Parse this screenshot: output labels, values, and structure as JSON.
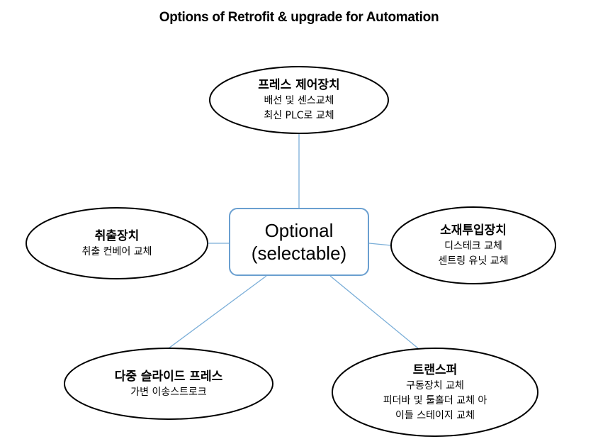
{
  "title": "Options of Retrofit & upgrade for Automation",
  "center": {
    "line1": "Optional",
    "line2": "(selectable)"
  },
  "nodes": {
    "top": {
      "head": "프레스 제어장치",
      "lines": [
        "배선 및 센스교체",
        "최신 PLC로 교체"
      ]
    },
    "left": {
      "head": "취출장치",
      "lines": [
        "취출 컨베어 교체"
      ]
    },
    "right": {
      "head": "소재투입장치",
      "lines": [
        "디스테크 교체",
        "센트링 유닛 교체"
      ]
    },
    "bottom_left": {
      "head": "다중 슬라이드 프레스",
      "lines": [
        "가변 이송스트로크"
      ]
    },
    "bottom_right": {
      "head": "트랜스퍼",
      "lines": [
        "구동장치 교체",
        "피더바 및 툴홀더 교체 아",
        "이들 스테이지 교체"
      ]
    }
  },
  "colors": {
    "connector": "#7aaed8",
    "center_border": "#6a9fd0",
    "ellipse_border": "#000000"
  }
}
